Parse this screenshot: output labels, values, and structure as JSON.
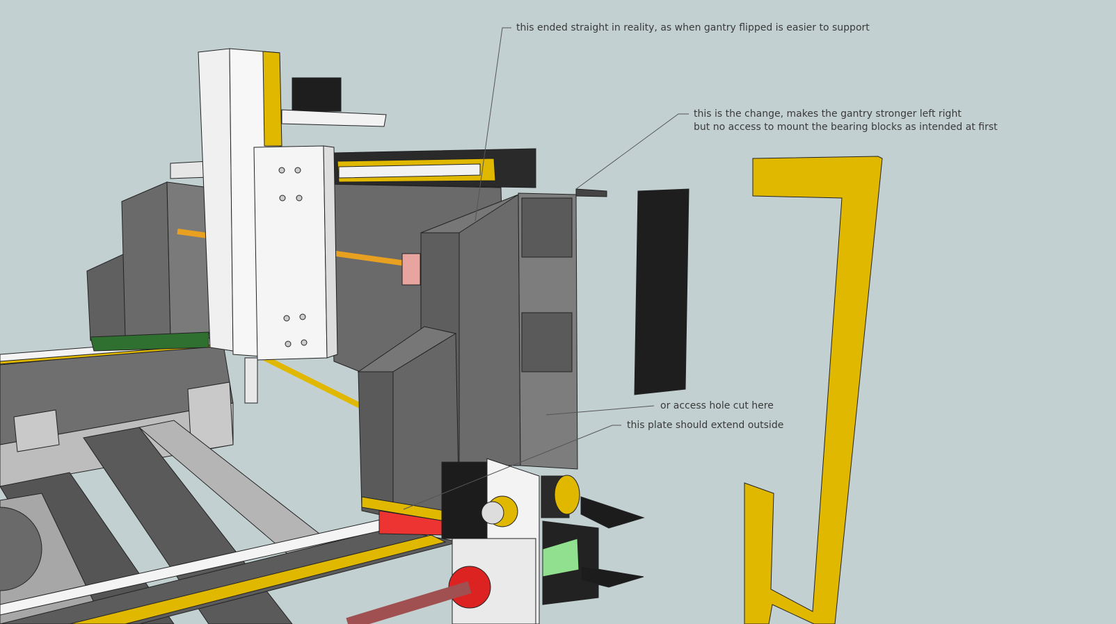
{
  "annotations": {
    "note1": "this ended straight in reality, as when gantry flipped is easier to support",
    "note2_line1": "this is the change, makes the gantry stronger left right",
    "note2_line2": "but no access to mount the bearing blocks as intended at first",
    "note3": "or access hole cut here",
    "note4": "this plate should extend outside"
  },
  "colors": {
    "background": "#c3d0d1",
    "frame_dark": "#5f5f5f",
    "frame_mid": "#7a7a7a",
    "accent_yellow": "#e0b800",
    "rod_orange": "#e8a020",
    "spindle_white": "#f2f2f2"
  }
}
